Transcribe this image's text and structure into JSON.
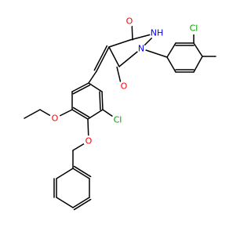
{
  "structure": {
    "atoms": {
      "o_top": "O",
      "nh": "NH",
      "n": "N",
      "o_bottom": "O",
      "cl_right": "Cl",
      "cl_ring": "Cl",
      "o_ethoxy": "O",
      "o_benzyloxy": "O"
    }
  },
  "colors": {
    "bond": "#000000",
    "oxygen": "#ff0000",
    "nitrogen": "#0000ff",
    "chlorine": "#00a000"
  }
}
